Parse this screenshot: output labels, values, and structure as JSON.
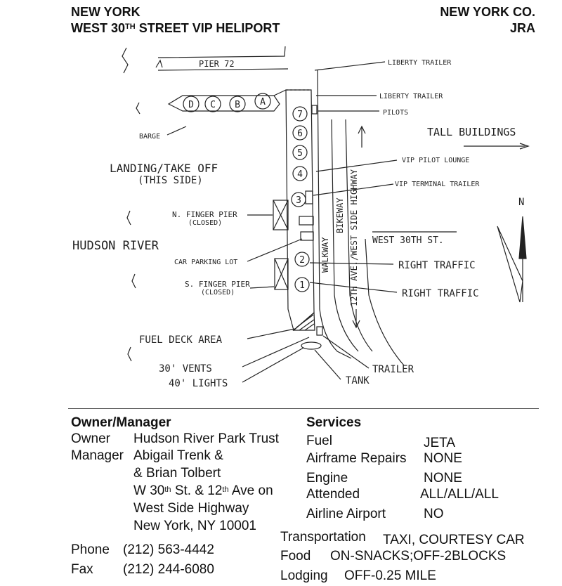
{
  "header": {
    "left_line1": "NEW YORK",
    "left_line2_a": "WEST 30",
    "left_line2_sup": "TH",
    "left_line2_b": " STREET VIP HELIPORT",
    "right_line1": "NEW YORK CO.",
    "right_line2": "JRA"
  },
  "diagram": {
    "pier72": "PIER 72",
    "liberty_trailer_1": "LIBERTY TRAILER",
    "liberty_trailer_2": "LIBERTY TRAILER",
    "pilots": "PILOTS",
    "tall_buildings": "TALL BUILDINGS",
    "barge": "BARGE",
    "barge_pads": [
      "D",
      "C",
      "B",
      "A"
    ],
    "pads": [
      "7",
      "6",
      "5",
      "4",
      "3",
      "2",
      "1"
    ],
    "landing_line1": "LANDING/TAKE OFF",
    "landing_line2": "(THIS SIDE)",
    "vip_pilot_lounge": "VIP PILOT LOUNGE",
    "vip_terminal_trailer": "VIP TERMINAL TRAILER",
    "north": "N",
    "n_finger_pier": "N. FINGER PIER",
    "n_finger_closed": "(CLOSED)",
    "hudson_river": "HUDSON RIVER",
    "walkway": "WALKWAY",
    "bikeway": "BIKEWAY",
    "highway": "12TH AVE./WEST SIDE HIGHWAY",
    "west_30th": "WEST 30TH ST.",
    "car_parking_lot": "CAR PARKING LOT",
    "right_traffic_1": "RIGHT TRAFFIC",
    "right_traffic_2": "RIGHT TRAFFIC",
    "s_finger_pier": "S. FINGER PIER",
    "s_finger_closed": "(CLOSED)",
    "fuel_deck_area": "FUEL DECK AREA",
    "vents": "30' VENTS",
    "lights": "40' LIGHTS",
    "trailer": "TRAILER",
    "tank": "TANK"
  },
  "owner_manager": {
    "title": "Owner/Manager",
    "owner_label": "Owner",
    "owner_value": "Hudson River Park Trust",
    "manager_label": "Manager",
    "manager_line1": "Abigail Trenk &",
    "manager_line2": "& Brian Tolbert",
    "addr_a": "W 30",
    "addr_sup1": "th",
    "addr_b": " St. & 12",
    "addr_sup2": "th",
    "addr_c": " Ave on",
    "addr_line2": "West Side Highway",
    "addr_line3": "New York, NY  10001",
    "phone_label": "Phone",
    "phone_value": "(212) 563-4442",
    "fax_label": "Fax",
    "fax_value": "(212) 244-6080"
  },
  "services": {
    "title": "Services",
    "fuel_label": "Fuel",
    "fuel_value": "JETA",
    "airframe_label": "Airframe Repairs",
    "airframe_value": "NONE",
    "engine_label": "Engine",
    "engine_value": "NONE",
    "attended_label": "Attended",
    "attended_value": "ALL/ALL/ALL",
    "airline_label": "Airline Airport",
    "airline_value": "NO",
    "transport_label": "Transportation",
    "transport_value": "TAXI, COURTESY CAR",
    "food_label": "Food",
    "food_value": "ON-SNACKS;OFF-2BLOCKS",
    "lodging_label": "Lodging",
    "lodging_value": "OFF-0.25 MILE"
  }
}
